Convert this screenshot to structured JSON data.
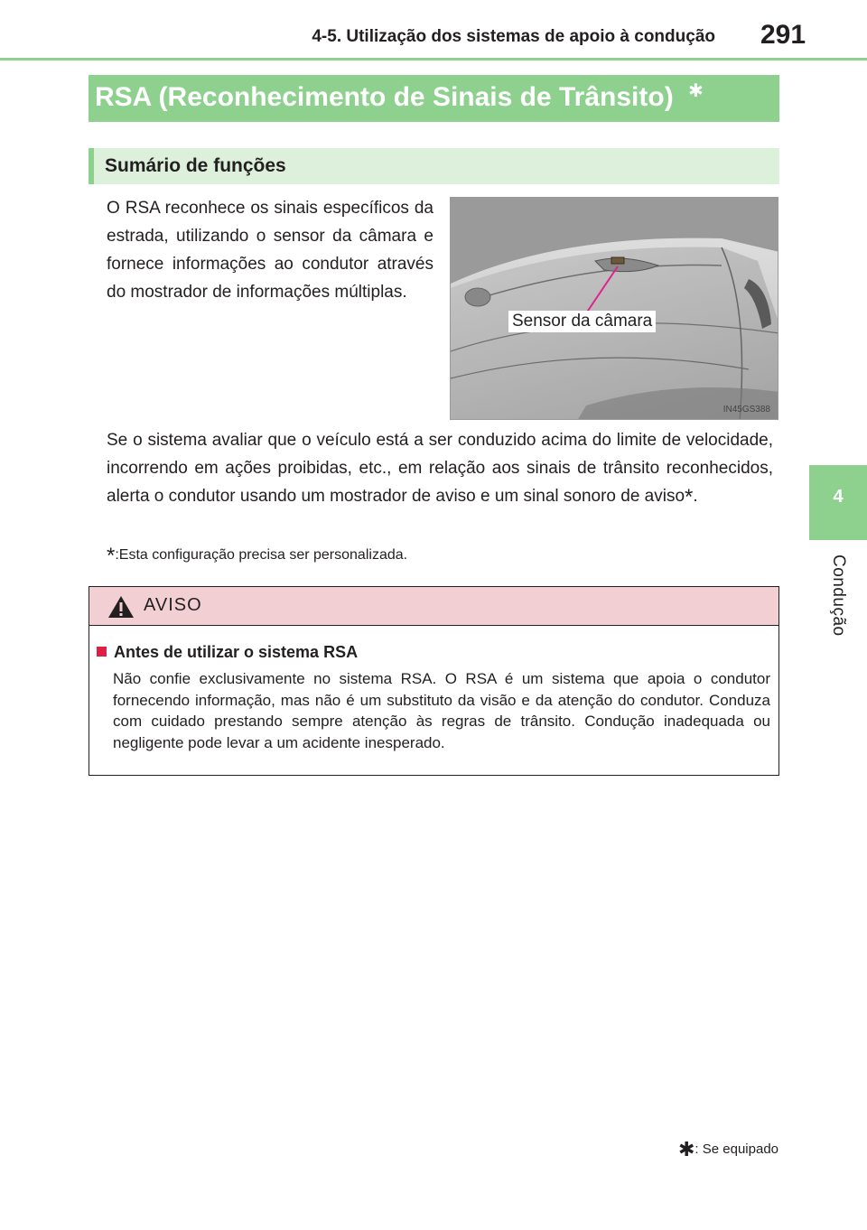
{
  "header": {
    "chapter_title": "4-5. Utilização dos sistemas de apoio à condução",
    "page_number": "291"
  },
  "side_tab": {
    "number": "4",
    "label": "Condução"
  },
  "section": {
    "title": "RSA (Reconhecimento de Sinais de Trânsito)",
    "marker": "✱"
  },
  "subsection": {
    "title": "Sumário de funções"
  },
  "intro_text": "O RSA reconhece os sinais específicos da estrada, utilizando o sensor da câmara e fornece informações ao condutor através do mostrador de informações múltiplas.",
  "figure": {
    "label": "Sensor da câmara",
    "code": "IN45GS388"
  },
  "body_text": "Se o sistema avaliar que o veículo está a ser conduzido acima do limite de velocidade, incorrendo em ações proibidas, etc., em relação aos sinais de trânsito reconhecidos, alerta o condutor usando um mostrador de aviso e um sinal sonoro de aviso",
  "body_marker": "*",
  "body_end": ".",
  "footnote": {
    "marker": "*",
    "text": ":Esta configuração precisa ser personalizada."
  },
  "warning": {
    "title": "AVISO",
    "bullet": "Antes de utilizar o sistema RSA",
    "text": "Não confie exclusivamente no sistema RSA. O RSA é um sistema que apoia o condutor fornecendo informação, mas não é um substituto da visão e da atenção do condutor. Conduza com cuidado prestando sempre atenção às regras de trânsito. Condução inadequada ou negligente pode levar a um acidente inesperado."
  },
  "page_footnote": {
    "marker": "✱",
    "text": ": Se equipado"
  },
  "colors": {
    "accent_green": "#8ed18f",
    "light_green": "#dcf0dc",
    "warning_pink": "#f2cfd3",
    "bullet_red": "#e01f44",
    "pointer_magenta": "#e0208c"
  }
}
